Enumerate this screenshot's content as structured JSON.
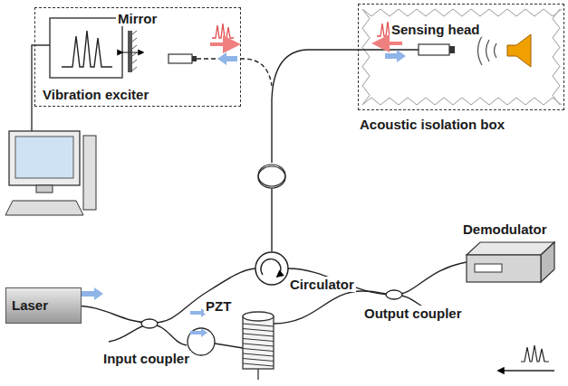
{
  "diagram": {
    "nodes": [
      {
        "text": [
          "Vibration exciter"
        ]
      },
      {
        "text": [
          "Acoustic isolation box"
        ]
      },
      {
        "text": [
          "Laser"
        ]
      },
      {
        "text": [
          "Demodulator"
        ]
      }
    ],
    "labels": [
      "Mirror",
      "Sensing head",
      "Circulator",
      "Input coupler",
      "Output coupler",
      "PZT"
    ]
  }
}
